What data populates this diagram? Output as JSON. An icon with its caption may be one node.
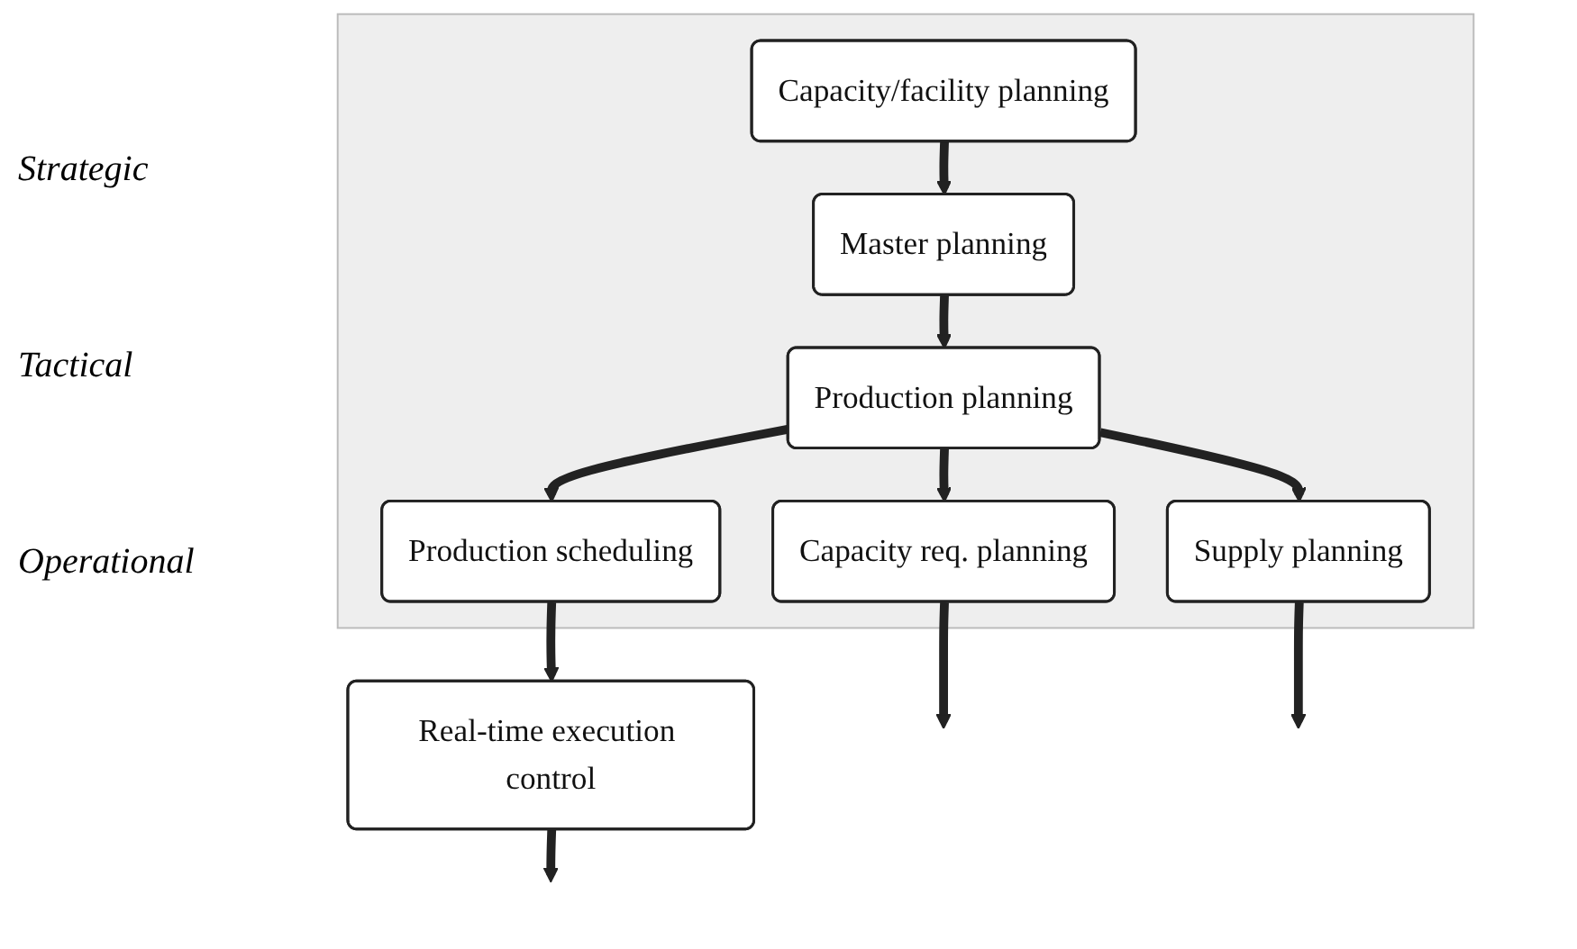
{
  "diagram": {
    "nodes": [
      {
        "text": [],
        "shape": "box"
      },
      {
        "text": [
          "Capacity/facility planning"
        ],
        "in": 0
      },
      {
        "text": [
          "Master planning"
        ],
        "in": 0
      },
      {
        "text": [
          "Production planning"
        ],
        "in": 0
      },
      {
        "text": [
          "Capacity req. planning"
        ],
        "in": 0
      },
      {
        "text": [
          "Supply planning"
        ],
        "in": 0
      },
      {
        "text": [
          "Production scheduling"
        ],
        "in": 0
      },
      {
        "text": [
          "Real-time execution control"
        ]
      }
    ],
    "edges": [
      {
        "from": 1,
        "to": 2,
        "arrow": "to"
      },
      {
        "from": 2,
        "to": 3,
        "arrow": "to"
      },
      {
        "from": 3,
        "to": 4,
        "arrow": "to"
      },
      {
        "from": 3,
        "to": 5,
        "arrow": "to"
      },
      {
        "from": 3,
        "to": 6,
        "arrow": "to"
      },
      {
        "from": 6,
        "to": 7,
        "arrow": "to"
      },
      {
        "from": 4,
        "to": null,
        "arrow": "to"
      },
      {
        "from": 5,
        "to": null,
        "arrow": "to"
      },
      {
        "from": 7,
        "to": null,
        "arrow": "to"
      }
    ],
    "labels": [
      "Strategic",
      "Tactical",
      "Operational"
    ]
  }
}
